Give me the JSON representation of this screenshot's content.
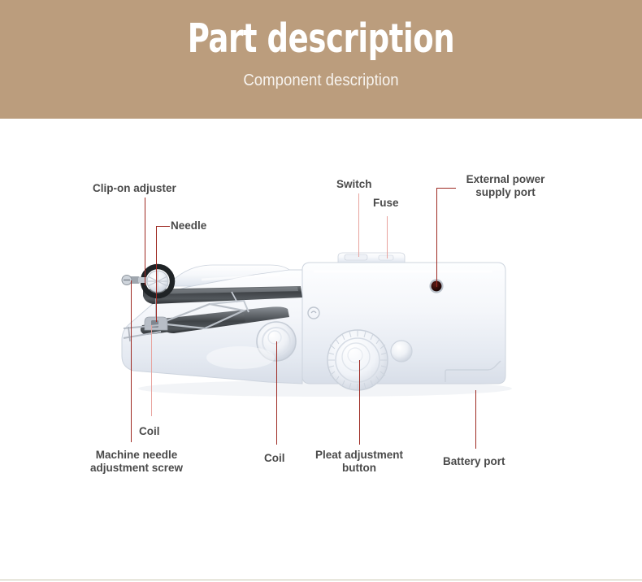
{
  "banner": {
    "title": "Part description",
    "subtitle": "Component description",
    "background_color": "#bb9d7d",
    "title_color": "#ffffff",
    "subtitle_color": "#f7f3ee"
  },
  "diagram": {
    "subject": "handheld-sewing-machine",
    "label_color": "#4a4a4a",
    "leader_line_color": "#9e2a23",
    "background_color": "#ffffff",
    "labels": [
      {
        "id": "clip-on-adjuster",
        "text": "Clip-on adjuster"
      },
      {
        "id": "needle",
        "text": "Needle"
      },
      {
        "id": "switch",
        "text": "Switch"
      },
      {
        "id": "fuse",
        "text": "Fuse"
      },
      {
        "id": "external-power",
        "line1": "External power",
        "line2": "supply port"
      },
      {
        "id": "coil-upper",
        "text": "Coil"
      },
      {
        "id": "machine-screw",
        "line1": "Machine needle",
        "line2": "adjustment screw"
      },
      {
        "id": "coil-lower",
        "text": "Coil"
      },
      {
        "id": "pleat-adjustment",
        "line1": "Pleat adjustment",
        "line2": "button"
      },
      {
        "id": "battery-port",
        "text": "Battery port"
      }
    ]
  },
  "product": {
    "body_color": "#f2f4f8",
    "body_shadow_color": "#d6dbe4",
    "metal_color": "#4d5155",
    "port_color": "#3a0d0d"
  }
}
